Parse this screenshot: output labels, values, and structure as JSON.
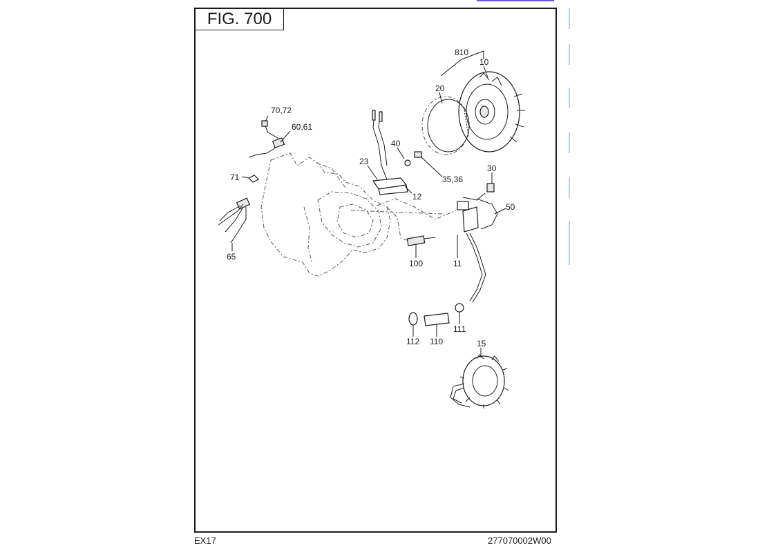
{
  "figure": {
    "title": "FIG. 700"
  },
  "footer": {
    "model": "EX17",
    "code": "277070002W00"
  },
  "callouts": {
    "c810": "810",
    "c10": "10",
    "c20": "20",
    "c70_72": "70,72",
    "c60_61": "60,61",
    "c40": "40",
    "c23": "23",
    "c35_36": "35,36",
    "c30": "30",
    "c71": "71",
    "c12": "12",
    "c50": "50",
    "c65": "65",
    "c100": "100",
    "c11": "11",
    "c111": "111",
    "c112": "112",
    "c110": "110",
    "c15": "15"
  }
}
